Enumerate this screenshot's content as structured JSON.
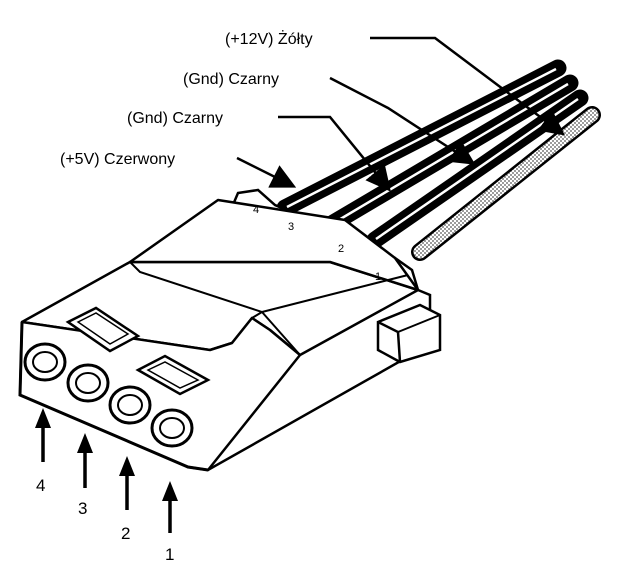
{
  "wire_labels": [
    "(+12V) Żółty",
    "(Gnd) Czarny",
    "(Gnd) Czarny",
    "(+5V) Czerwony"
  ],
  "pin_numbers": [
    "4",
    "3",
    "2",
    "1"
  ],
  "connector_pin_marks": [
    "4",
    "3",
    "2",
    "1"
  ],
  "colors": {
    "ink": "#000000",
    "background": "#ffffff",
    "yellow_wire_shading": "#bdbdbd"
  }
}
